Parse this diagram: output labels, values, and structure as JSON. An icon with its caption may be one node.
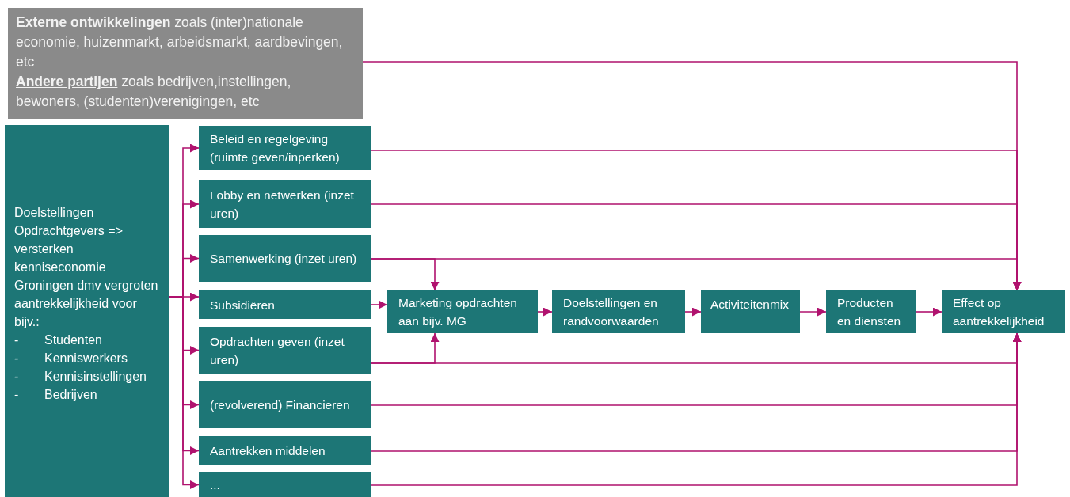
{
  "diagram": {
    "nodes": [
      {
        "text": [
          "**Externe ontwikkelingen** zoals (inter)nationale economie, huizenmarkt, arbeidsmarkt, aardbevingen, etc",
          "**Andere partijen** zoals bedrijven,instellingen, bewoners, (studenten)verenigingen, etc"
        ]
      },
      {
        "text": [
          "Doelstellingen Opdrachtgevers => versterken kenniseconomie Groningen dmv vergroten aantrekkelijkheid voor bijv.:",
          "-",
          "Studenten",
          "-",
          "Kenniswerkers",
          "-",
          "Kennisinstellingen",
          "-",
          "Bedrijven"
        ]
      },
      {
        "text": [
          "Beleid en regelgeving (ruimte geven/inperken)"
        ]
      },
      {
        "text": [
          "Lobby en netwerken (inzet uren)"
        ]
      },
      {
        "text": [
          "Samenwerking (inzet uren)"
        ]
      },
      {
        "text": [
          "Subsidiëren"
        ]
      },
      {
        "text": [
          "Opdrachten geven (inzet uren)"
        ]
      },
      {
        "text": [
          "(revolverend) Financieren"
        ]
      },
      {
        "text": [
          "Aantrekken middelen"
        ]
      },
      {
        "text": [
          "..."
        ]
      },
      {
        "text": [
          "Marketing opdrachten aan bijv. MG"
        ]
      },
      {
        "text": [
          "Doelstellingen en randvoorwaarden"
        ]
      },
      {
        "text": [
          "Activiteitenmix"
        ]
      },
      {
        "text": [
          "Producten en diensten"
        ]
      },
      {
        "text": [
          "Effect op aantrekkelijkheid"
        ]
      }
    ],
    "edges": [
      {
        "from": 1,
        "to": 2,
        "arrow": "to"
      },
      {
        "from": 1,
        "to": 3,
        "arrow": "to"
      },
      {
        "from": 1,
        "to": 4,
        "arrow": "to"
      },
      {
        "from": 1,
        "to": 5,
        "arrow": "to"
      },
      {
        "from": 1,
        "to": 6,
        "arrow": "to"
      },
      {
        "from": 1,
        "to": 7,
        "arrow": "to"
      },
      {
        "from": 1,
        "to": 8,
        "arrow": "to"
      },
      {
        "from": 1,
        "to": 9,
        "arrow": "to"
      },
      {
        "from": 0,
        "to": 14,
        "arrow": "to"
      },
      {
        "from": 2,
        "to": 14,
        "arrow": "to"
      },
      {
        "from": 3,
        "to": 14,
        "arrow": "to"
      },
      {
        "from": 4,
        "to": 14,
        "arrow": "to"
      },
      {
        "from": 4,
        "to": 10,
        "arrow": "to"
      },
      {
        "from": 5,
        "to": 10,
        "arrow": "to"
      },
      {
        "from": 6,
        "to": 10,
        "arrow": "to"
      },
      {
        "from": 6,
        "to": 14,
        "arrow": "to"
      },
      {
        "from": 7,
        "to": 14,
        "arrow": "to"
      },
      {
        "from": 8,
        "to": 14,
        "arrow": "to"
      },
      {
        "from": 9,
        "to": 14,
        "arrow": "to"
      },
      {
        "from": 10,
        "to": 11,
        "arrow": "to"
      },
      {
        "from": 11,
        "to": 12,
        "arrow": "to"
      },
      {
        "from": 12,
        "to": 13,
        "arrow": "to"
      },
      {
        "from": 13,
        "to": 14,
        "arrow": "to"
      }
    ]
  }
}
